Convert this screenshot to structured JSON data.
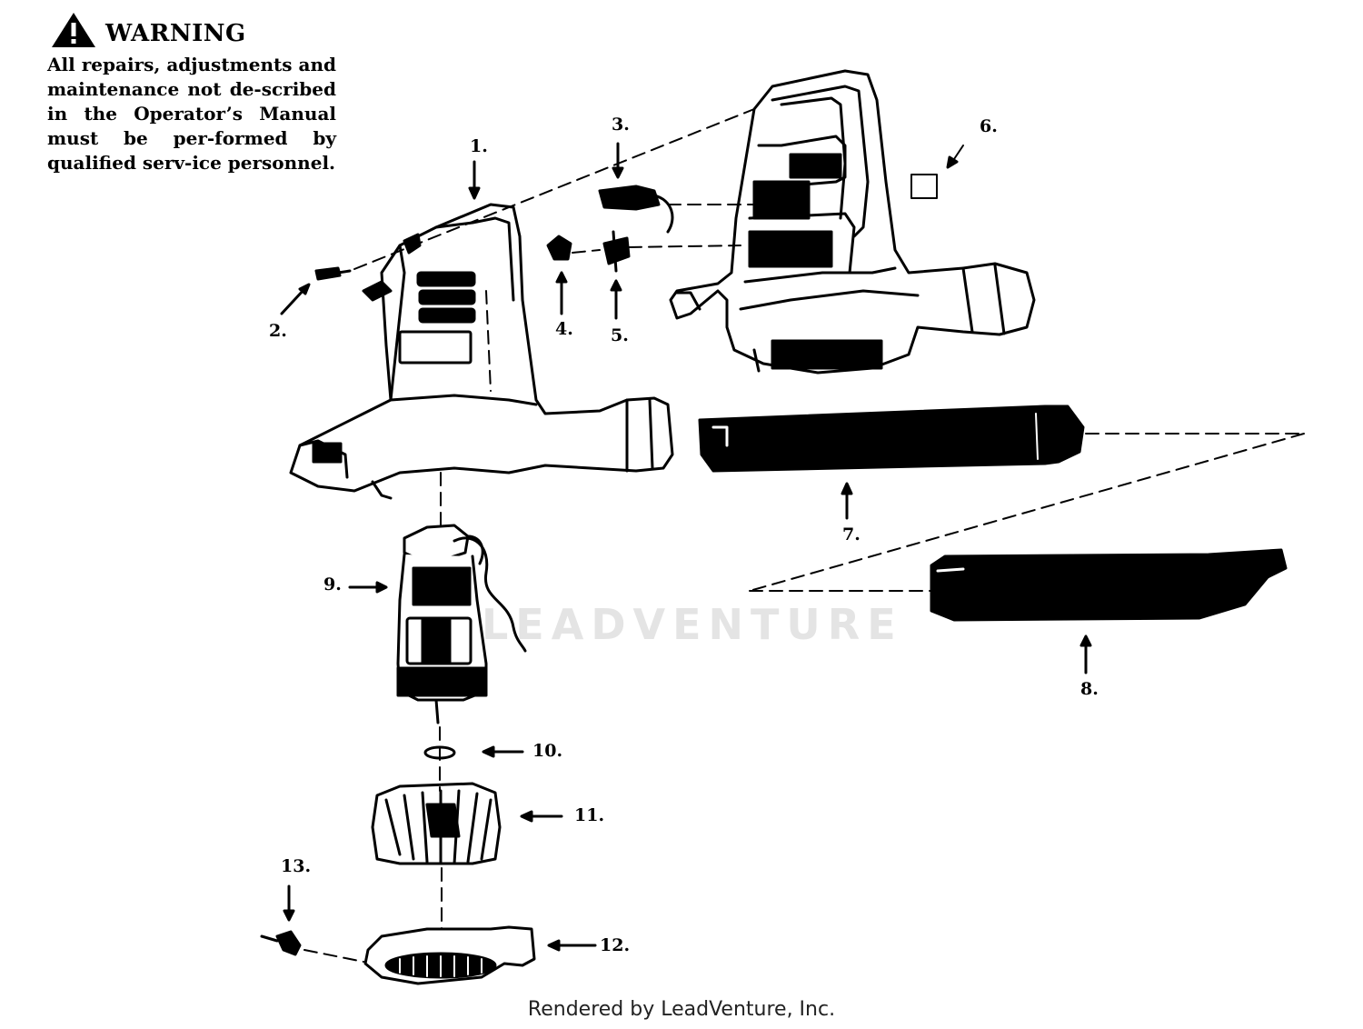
{
  "warning": {
    "title": "WARNING",
    "text": "All repairs, adjustments and maintenance not de-scribed in the Operator’s Manual must be per-formed by qualified serv-ice personnel."
  },
  "callouts": [
    {
      "id": "1",
      "label": "1."
    },
    {
      "id": "2",
      "label": "2."
    },
    {
      "id": "3",
      "label": "3."
    },
    {
      "id": "4",
      "label": "4."
    },
    {
      "id": "5",
      "label": "5."
    },
    {
      "id": "6",
      "label": "6."
    },
    {
      "id": "7",
      "label": "7."
    },
    {
      "id": "8",
      "label": "8."
    },
    {
      "id": "9",
      "label": "9."
    },
    {
      "id": "10",
      "label": "10."
    },
    {
      "id": "11",
      "label": "11."
    },
    {
      "id": "12",
      "label": "12."
    },
    {
      "id": "13",
      "label": "13."
    }
  ],
  "watermark": "LEADVENTURE",
  "footer": "Rendered by LeadVenture, Inc.",
  "colors": {
    "ink": "#000000",
    "watermark": "#e4e4e4"
  }
}
